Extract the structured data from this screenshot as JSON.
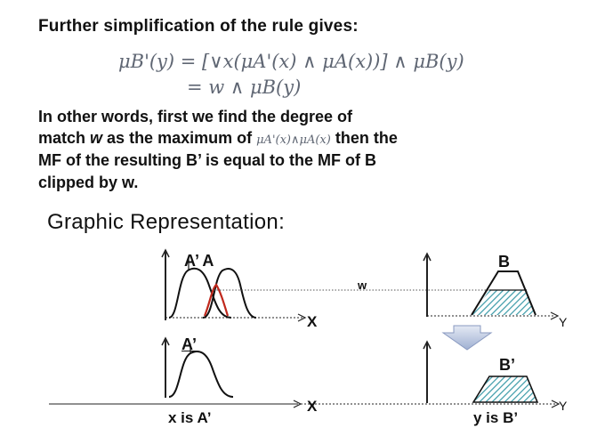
{
  "title": "Further simplification of the rule gives:",
  "formula_1": "μB'(y) = [∨x(μA'(x) ∧ μA(x))] ∧ μB(y)",
  "formula_2": "= w ∧ μB(y)",
  "paragraph": {
    "line1": "In other words, first we find the degree of",
    "line2_pre": "match ",
    "line2_w": "w",
    "line2_mid": " as the maximum of ",
    "line2_formula": "μA'(x)∧μA(x)",
    "line2_post": " then the",
    "line3": "MF of the resulting B’ is equal to the MF of B",
    "line4": "clipped by w."
  },
  "section_title": "Graphic Representation:",
  "diagram": {
    "top_left_labels": "A’ A",
    "w_label": "w",
    "x_label_top": "X",
    "b_label": "B",
    "y_label_top": "Y",
    "a_prime_label": "A’",
    "x_label_bottom": "X",
    "b_prime_label": "B’",
    "y_label_bottom": "Y",
    "caption_left": "x is A’",
    "caption_right": "y is B’"
  },
  "colors": {
    "text": "#111111",
    "formula_gray": "#5f6673",
    "intersection_red": "#c0281c",
    "hatch_teal": "#3a9aa8",
    "arrow_fill": "#b8c4dd"
  }
}
